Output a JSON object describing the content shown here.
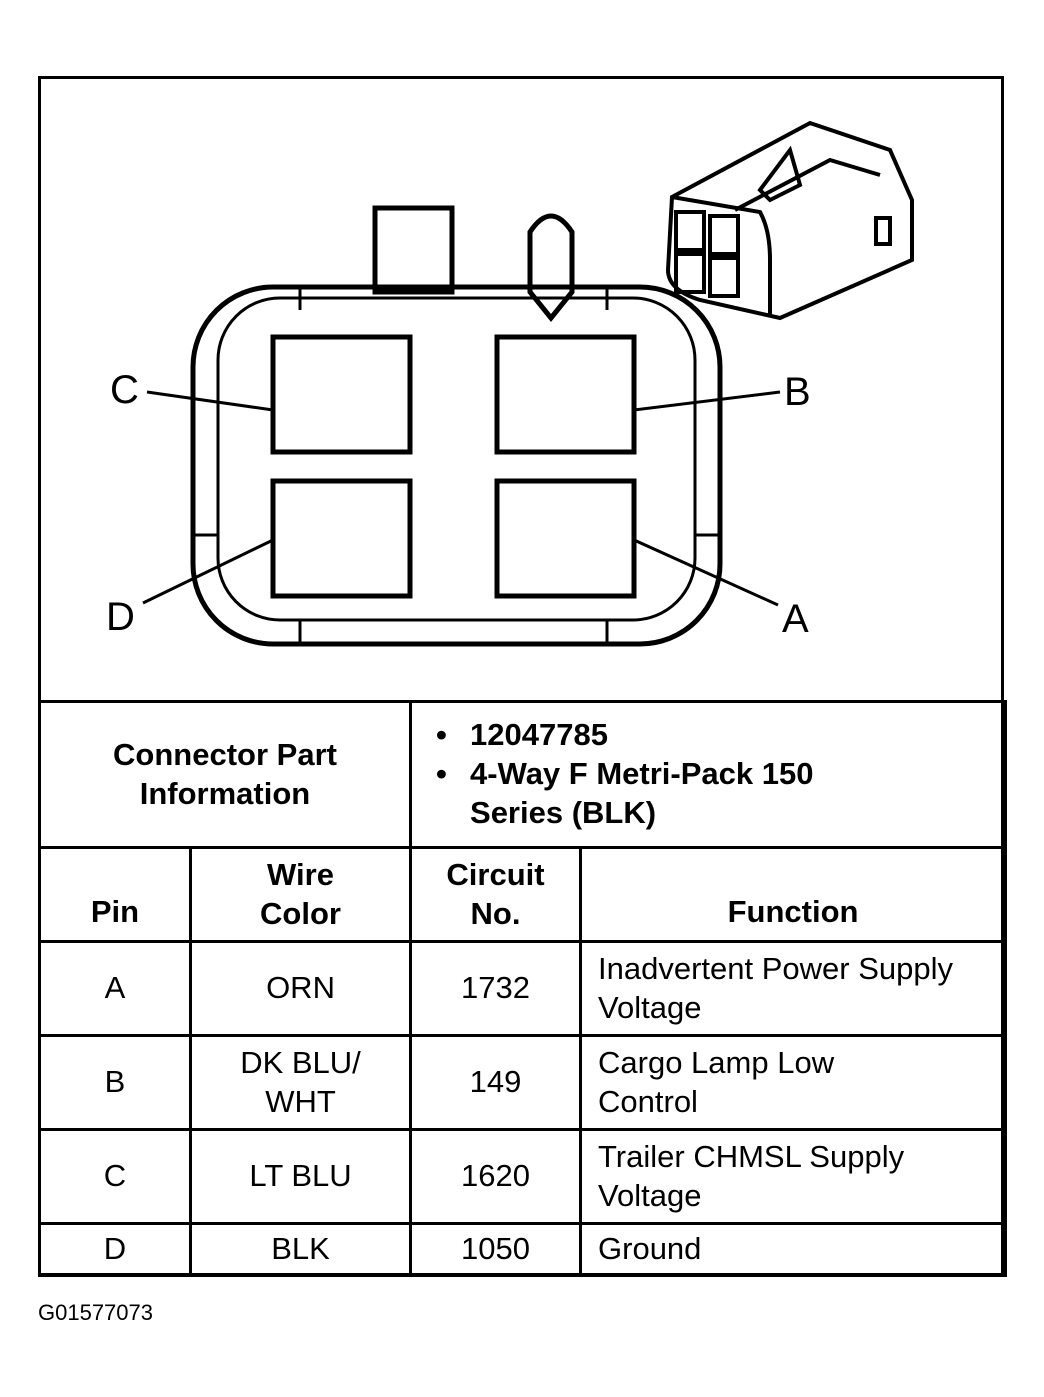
{
  "pin_labels": {
    "c": "C",
    "b": "B",
    "d": "D",
    "a": "A"
  },
  "connector_info": {
    "label": "Connector Part Information",
    "items": [
      "12047785",
      "4-Way F Metri-Pack 150 Series (BLK)"
    ]
  },
  "columns": {
    "pin": "Pin",
    "wire_color": "Wire Color",
    "circuit": "Circuit No.",
    "function": "Function"
  },
  "rows": [
    {
      "pin": "A",
      "wire_color": "ORN",
      "circuit": "1732",
      "function": "Inadvertent Power Supply Voltage"
    },
    {
      "pin": "B",
      "wire_color": "DK BLU/ WHT",
      "circuit": "149",
      "function": "Cargo Lamp Low Control"
    },
    {
      "pin": "C",
      "wire_color": "LT BLU",
      "circuit": "1620",
      "function": "Trailer CHMSL Supply Voltage"
    },
    {
      "pin": "D",
      "wire_color": "BLK",
      "circuit": "1050",
      "function": "Ground"
    }
  ],
  "figure_id": "G01577073"
}
